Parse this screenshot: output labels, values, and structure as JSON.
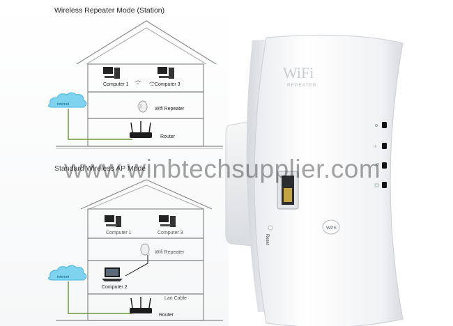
{
  "diagram_top": {
    "title": "Wireless Repeater Mode (Station)",
    "computer_a": "Computer 1",
    "computer_b": "Computer 3",
    "repeater": "Wifi Repeater",
    "router": "Router",
    "internet": "Internet"
  },
  "diagram_bottom": {
    "title": "Standard Wireless AP Mode",
    "computer_a": "Computer 1",
    "computer_b": "Computer 3",
    "repeater": "Wifi Repeater",
    "computer_c": "Computer 2",
    "cable": "Lan Cable",
    "router": "Router",
    "internet": "Internet"
  },
  "device": {
    "logo_main": "WiFi",
    "logo_sub": "REPEATER",
    "reset_label": "Reset",
    "wps_label": "WPS",
    "shell_color": "#f7f8fa",
    "led_color": "#111111"
  },
  "watermark": "www.winbtechsupplier.com"
}
